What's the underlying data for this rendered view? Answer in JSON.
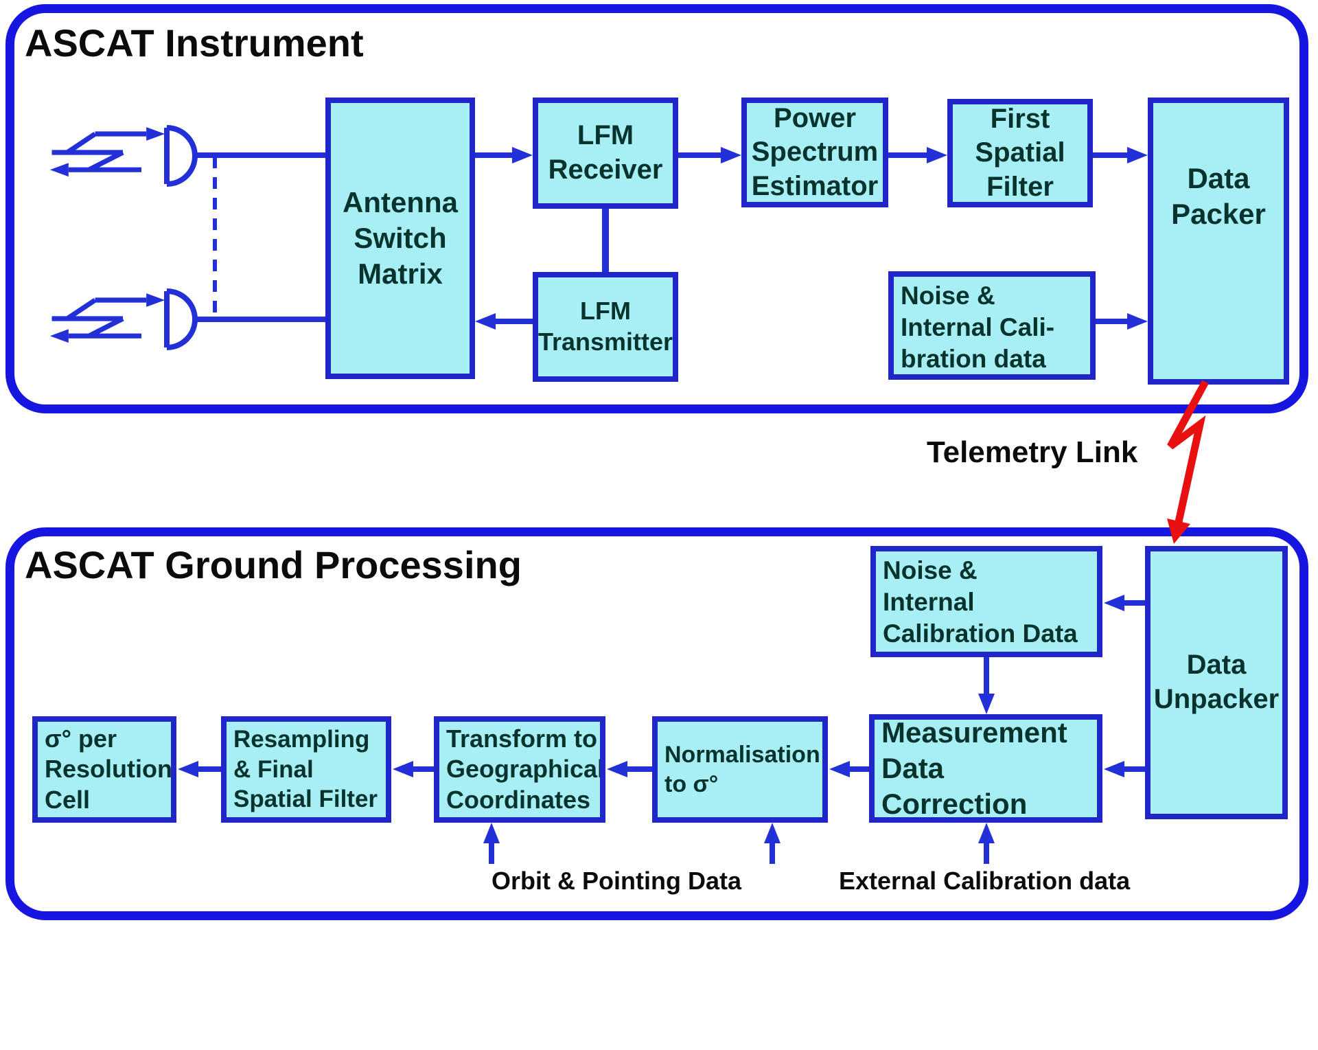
{
  "colors": {
    "box_fill": "#a8eff5",
    "box_border": "#2026c8",
    "line_blue": "#2330d8",
    "outer_border": "#1616e0",
    "box_text": "#07332c",
    "label_text": "#0b0b0b",
    "telemetry_red": "#e81010",
    "page_bg": "#ffffff"
  },
  "icons": {
    "antenna": "antenna-icon",
    "radar_wave": "radar-wave-icon",
    "telemetry_bolt": "lightning-bolt-icon"
  },
  "instrument": {
    "title": "ASCAT Instrument",
    "boxes": {
      "antenna_switch_matrix": "Antenna\nSwitch\nMatrix",
      "lfm_receiver": "LFM\nReceiver",
      "power_spectrum_estimator": "Power\nSpectrum\nEstimator",
      "first_spatial_filter": "First\nSpatial\nFilter",
      "data_packer": "Data\nPacker",
      "lfm_transmitter": "LFM\nTransmitter",
      "noise_internal_cal": "Noise &\nInternal Cali-\nbration data"
    }
  },
  "telemetry": {
    "label": "Telemetry Link"
  },
  "ground": {
    "title": "ASCAT Ground Processing",
    "boxes": {
      "noise_internal_cal_data": "Noise &\nInternal\nCalibration Data",
      "data_unpacker": "Data\nUnpacker",
      "measurement_data_correction": "Measurement\nData\nCorrection",
      "normalisation": "Normalisation\nto σ°",
      "transform_geo": "Transform to\nGeographical\nCoordinates",
      "resampling": "Resampling\n& Final\nSpatial Filter",
      "sigma_per_cell": "σ° per\nResolution\nCell"
    },
    "inputs": {
      "orbit_pointing": "Orbit & Pointing Data",
      "external_calibration": "External Calibration data"
    }
  }
}
